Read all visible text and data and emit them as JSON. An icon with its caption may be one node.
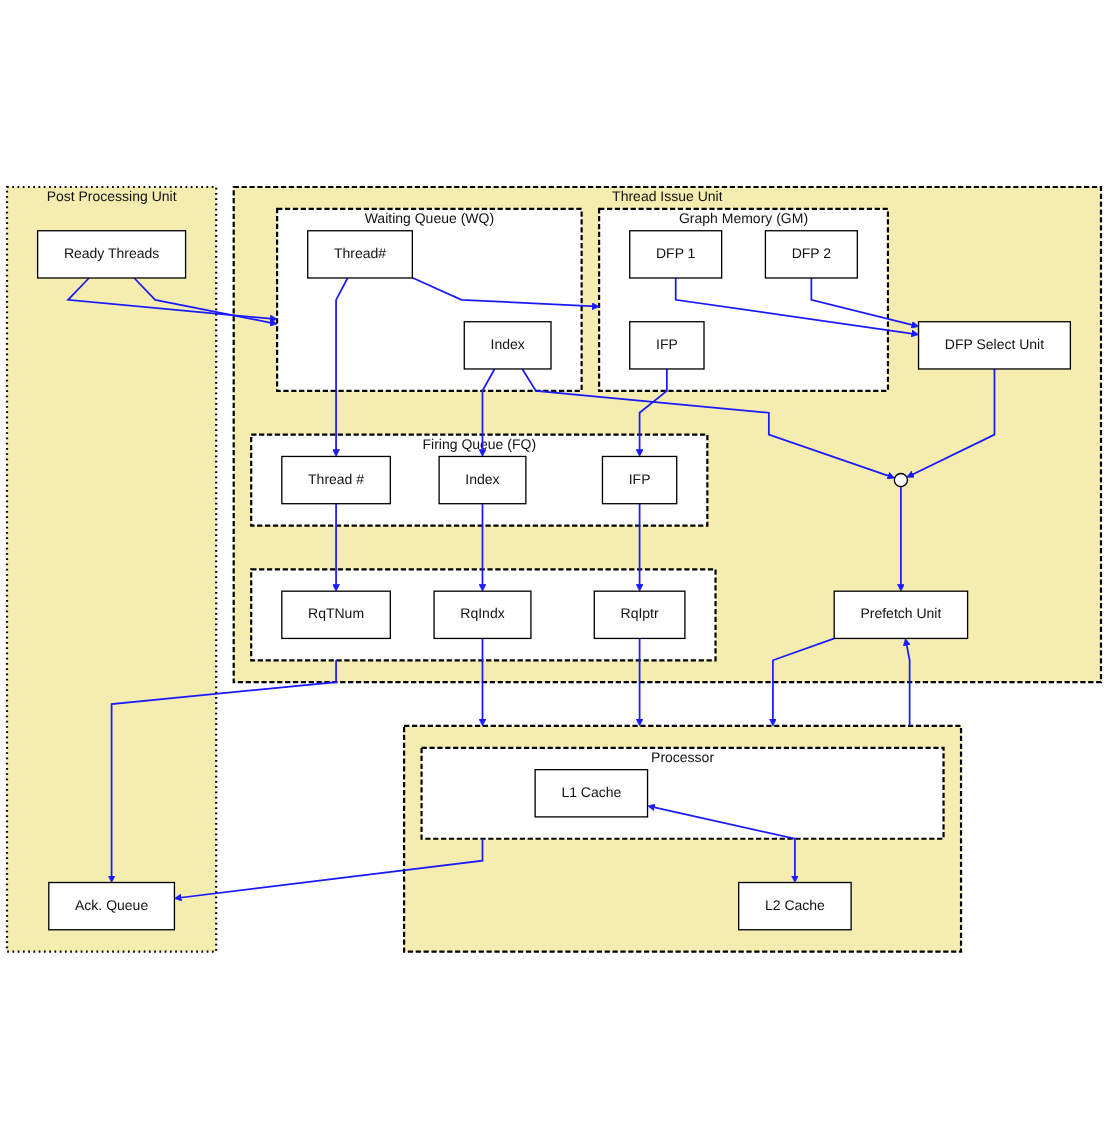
{
  "diagram": {
    "nodes": [
      {
        "text": [
          "Post Processing Unit"
        ]
      },
      {
        "text": [
          "Ack. Queue"
        ],
        "in": 0
      },
      {
        "text": [
          "Ready Threads"
        ],
        "in": 0
      },
      {
        "text": [
          "Thread Issue Unit"
        ]
      },
      {
        "text": [
          "Waiting Queue (WQ)"
        ],
        "in": 3
      },
      {
        "text": [
          "Index"
        ],
        "in": 4
      },
      {
        "text": [
          "Thread#"
        ],
        "in": 4
      },
      {
        "text": [
          "Graph Memory (GM)"
        ],
        "in": 3
      },
      {
        "text": [
          "IFP"
        ],
        "in": 7
      },
      {
        "text": [
          "DFP 1"
        ],
        "in": 7
      },
      {
        "text": [
          "DFP 2"
        ],
        "in": 7
      },
      {
        "text": [
          "DFP Select Unit"
        ],
        "in": 3
      },
      {
        "text": [],
        "shape": "circle",
        "in": 3
      },
      {
        "text": [
          "Prefetch Unit"
        ],
        "in": 3
      },
      {
        "text": [
          "Firing Queue (FQ)"
        ],
        "in": 3
      },
      {
        "text": [
          "Thread #"
        ],
        "in": 14
      },
      {
        "text": [
          "Index"
        ],
        "in": 14
      },
      {
        "text": [
          "IFP"
        ],
        "in": 14
      },
      {
        "text": [],
        "shape": "box",
        "in": 3
      },
      {
        "text": [
          "RqTNum"
        ],
        "in": 18
      },
      {
        "text": [
          "RqIndx"
        ],
        "in": 18
      },
      {
        "text": [
          "RqIptr"
        ],
        "in": 18
      },
      {
        "text": [],
        "shape": "box"
      },
      {
        "text": [
          "Processor"
        ],
        "in": 22
      },
      {
        "text": [
          "L1 Cache"
        ],
        "in": 23
      },
      {
        "text": [
          "L2 Cache"
        ],
        "in": 22
      }
    ],
    "edges": [
      {
        "from": 2,
        "to": 4,
        "arrow": "to"
      },
      {
        "from": 2,
        "to": 4,
        "arrow": "to"
      },
      {
        "from": 6,
        "to": 7,
        "arrow": "to"
      },
      {
        "from": 6,
        "to": 15,
        "arrow": "to"
      },
      {
        "from": 5,
        "to": 12,
        "arrow": "to"
      },
      {
        "from": 5,
        "to": 16,
        "arrow": "to"
      },
      {
        "from": 8,
        "to": 17,
        "arrow": "to"
      },
      {
        "from": 9,
        "to": 11,
        "arrow": "to"
      },
      {
        "from": 10,
        "to": 11,
        "arrow": "to"
      },
      {
        "from": 11,
        "to": 12,
        "arrow": "to"
      },
      {
        "from": 12,
        "to": 13,
        "arrow": "to"
      },
      {
        "from": 15,
        "to": 19,
        "arrow": "to"
      },
      {
        "from": 16,
        "to": 20,
        "arrow": "to"
      },
      {
        "from": 17,
        "to": 21,
        "arrow": "to"
      },
      {
        "from": 18,
        "to": 1,
        "arrow": "to"
      },
      {
        "from": 20,
        "to": 22,
        "arrow": "to"
      },
      {
        "from": 21,
        "to": 22,
        "arrow": "to"
      },
      {
        "from": 23,
        "to": 1,
        "arrow": "to"
      },
      {
        "from": 24,
        "to": 25,
        "arrow": "both"
      },
      {
        "from": 22,
        "to": 13,
        "arrow": "to"
      },
      {
        "from": 13,
        "to": 22,
        "arrow": "to"
      }
    ]
  }
}
